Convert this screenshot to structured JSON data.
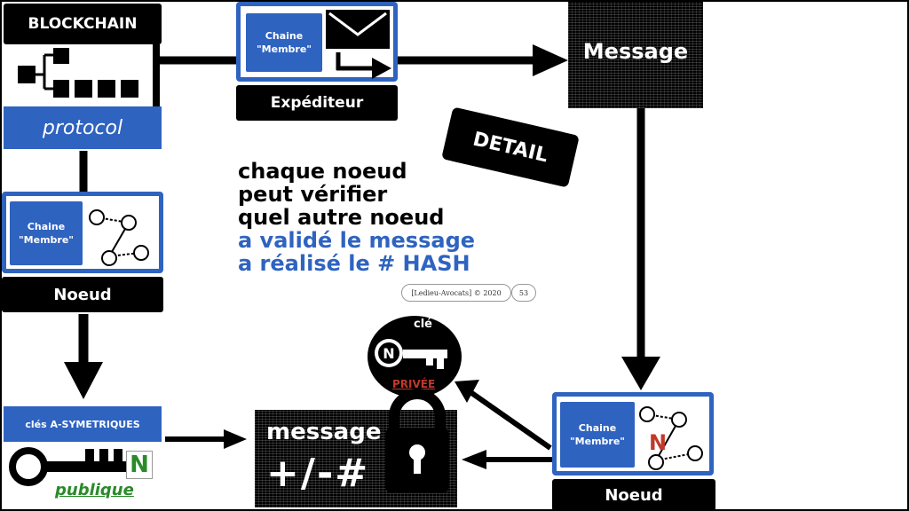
{
  "blockchain_label": "BLOCKCHAIN",
  "protocol_label": "protocol",
  "expediteur": {
    "chain_label_line1": "Chaine",
    "chain_label_line2": "\"Membre\"",
    "caption": "Expéditeur"
  },
  "message_box_label": "Message",
  "detail_badge": "DETAIL",
  "statement": {
    "line1": "chaque noeud",
    "line2": "peut vérifier",
    "line3": "quel autre noeud",
    "line4": "a validé le message",
    "line5": "a réalisé le # HASH"
  },
  "footer": {
    "copyright": "[Ledieu-Avocats] © 2020",
    "page_number": "53"
  },
  "left_node": {
    "chain_label_line1": "Chaine",
    "chain_label_line2": "\"Membre\"",
    "caption": "Noeud"
  },
  "keys_box": {
    "title": "clés A-SYMETRIQUES",
    "public_label": "publique",
    "n_glyph": "N"
  },
  "private_key": {
    "cle_label": "clé",
    "privee_label": "PRIVÉE",
    "n_glyph": "N"
  },
  "encrypted_message": {
    "line1": "message",
    "line2": "+/-#"
  },
  "right_node": {
    "chain_label_line1": "Chaine",
    "chain_label_line2": "\"Membre\"",
    "caption": "Noeud",
    "n_glyph": "N"
  },
  "colors": {
    "accent_blue": "#2f63c0",
    "green": "#2a8a2a",
    "red": "#c0392b"
  }
}
